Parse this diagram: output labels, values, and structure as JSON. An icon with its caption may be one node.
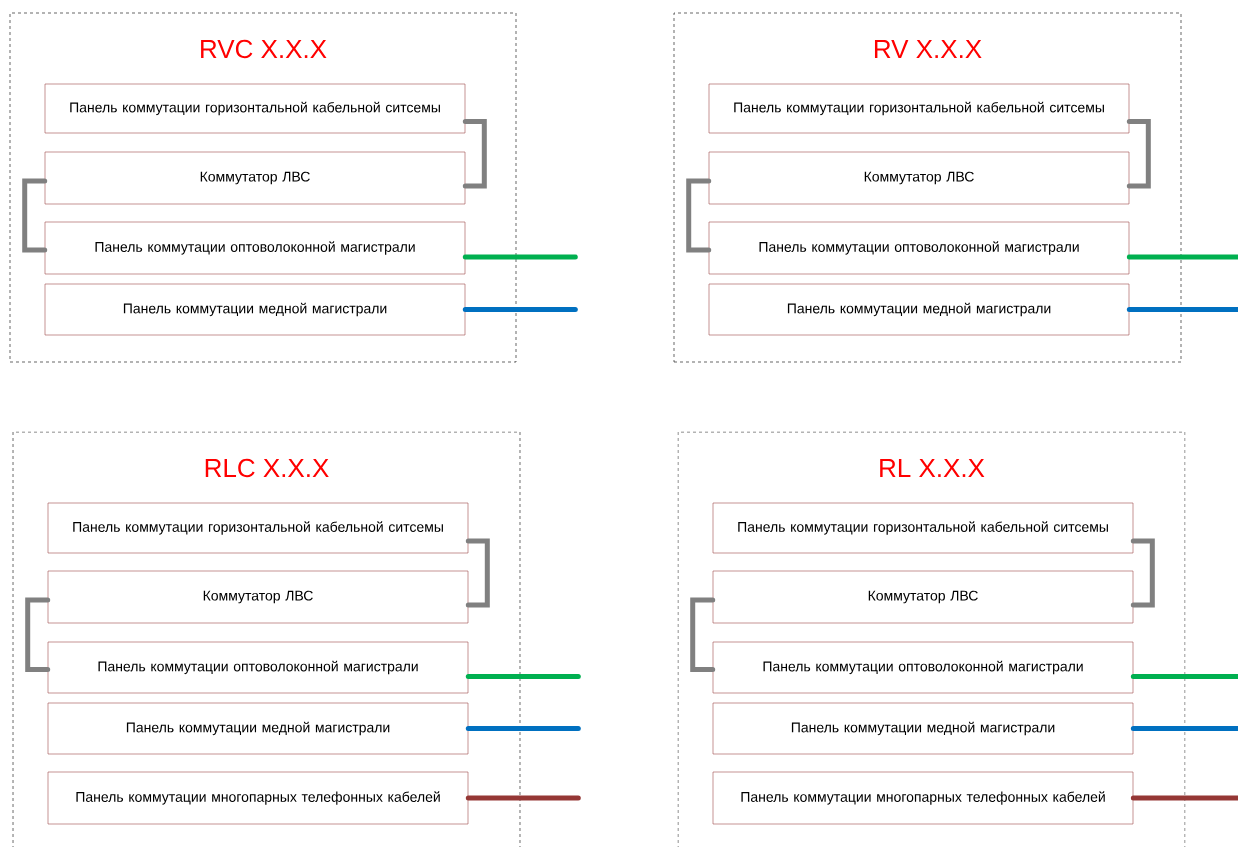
{
  "diagram": {
    "nodes": [
      {
        "text": [
          "RVC X.X.X"
        ]
      },
      {
        "text": [
          "Панель коммутации горизонтальной кабельной ситсемы"
        ],
        "in": 0
      },
      {
        "text": [
          "Коммутатор ЛВС"
        ],
        "in": 0
      },
      {
        "text": [
          "Панель коммутации оптоволоконной магистрали"
        ],
        "in": 0
      },
      {
        "text": [
          "Панель коммутации медной магистрали"
        ],
        "in": 0
      },
      {
        "text": [
          "RV X.X.X"
        ]
      },
      {
        "text": [
          "Панель коммутации горизонтальной кабельной ситсемы"
        ],
        "in": 5
      },
      {
        "text": [
          "Коммутатор ЛВС"
        ],
        "in": 5
      },
      {
        "text": [
          "Панель коммутации оптоволоконной магистрали"
        ],
        "in": 5
      },
      {
        "text": [
          "Панель коммутации медной магистрали"
        ],
        "in": 5
      },
      {
        "text": [
          "RLC X.X.X"
        ]
      },
      {
        "text": [
          "Панель коммутации горизонтальной кабельной ситсемы"
        ],
        "in": 10
      },
      {
        "text": [
          "Коммутатор ЛВС"
        ],
        "in": 10
      },
      {
        "text": [
          "Панель коммутации оптоволоконной магистрали"
        ],
        "in": 10
      },
      {
        "text": [
          "Панель коммутации медной магистрали"
        ],
        "in": 10
      },
      {
        "text": [
          "Панель коммутации многопарных телефонных кабелей"
        ],
        "in": 10
      },
      {
        "text": [
          "RL X.X.X"
        ]
      },
      {
        "text": [
          "Панель коммутации горизонтальной кабельной ситсемы"
        ],
        "in": 16
      },
      {
        "text": [
          "Коммутатор ЛВС"
        ],
        "in": 16
      },
      {
        "text": [
          "Панель коммутации оптоволоконной магистрали"
        ],
        "in": 16
      },
      {
        "text": [
          "Панель коммутации медной магистрали"
        ],
        "in": 16
      },
      {
        "text": [
          "Панель коммутации многопарных телефонных кабелей"
        ],
        "in": 16
      }
    ],
    "edges": [
      {
        "from": 1,
        "to": 2,
        "arrow": "none"
      },
      {
        "from": 2,
        "to": 3,
        "arrow": "none"
      },
      {
        "from": 3,
        "to": null,
        "arrow": "none",
        "color": "#00b050"
      },
      {
        "from": 4,
        "to": null,
        "arrow": "none",
        "color": "#0070c0"
      },
      {
        "from": 6,
        "to": 7,
        "arrow": "none"
      },
      {
        "from": 7,
        "to": 8,
        "arrow": "none"
      },
      {
        "from": 8,
        "to": null,
        "arrow": "none",
        "color": "#00b050"
      },
      {
        "from": 9,
        "to": null,
        "arrow": "none",
        "color": "#0070c0"
      },
      {
        "from": 11,
        "to": 12,
        "arrow": "none"
      },
      {
        "from": 12,
        "to": 13,
        "arrow": "none"
      },
      {
        "from": 13,
        "to": null,
        "arrow": "none",
        "color": "#00b050"
      },
      {
        "from": 14,
        "to": null,
        "arrow": "none",
        "color": "#0070c0"
      },
      {
        "from": 15,
        "to": null,
        "arrow": "none",
        "color": "#953735"
      },
      {
        "from": 17,
        "to": 18,
        "arrow": "none"
      },
      {
        "from": 18,
        "to": 19,
        "arrow": "none"
      },
      {
        "from": 19,
        "to": null,
        "arrow": "none",
        "color": "#00b050"
      },
      {
        "from": 20,
        "to": null,
        "arrow": "none",
        "color": "#0070c0"
      },
      {
        "from": 21,
        "to": null,
        "arrow": "none",
        "color": "#953735"
      }
    ]
  }
}
